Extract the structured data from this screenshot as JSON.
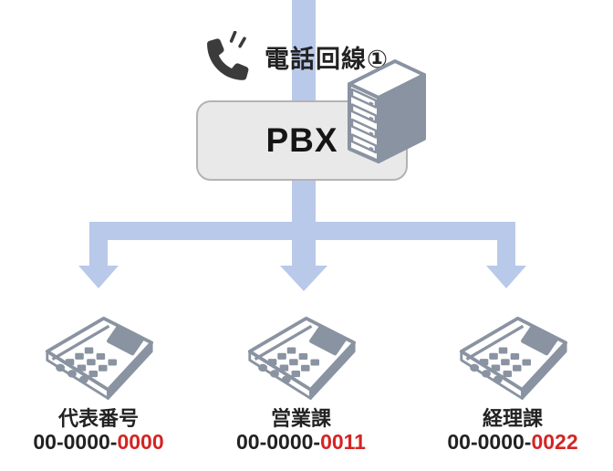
{
  "header": {
    "line_label": "電話回線①"
  },
  "pbx": {
    "label": "PBX"
  },
  "extensions": [
    {
      "name": "代表番号",
      "number_prefix": "00-0000-",
      "number_suffix": "0000"
    },
    {
      "name": "営業課",
      "number_prefix": "00-0000-",
      "number_suffix": "0011"
    },
    {
      "name": "経理課",
      "number_prefix": "00-0000-",
      "number_suffix": "0022"
    }
  ],
  "colors": {
    "arrow": "#b9c9e9",
    "number_highlight": "#d42424",
    "icon_gray": "#8a93a1",
    "handset": "#3b3b3b",
    "pbx_fill": "#e9e9e9",
    "pbx_border": "#b3b3b3",
    "text": "#222222"
  }
}
